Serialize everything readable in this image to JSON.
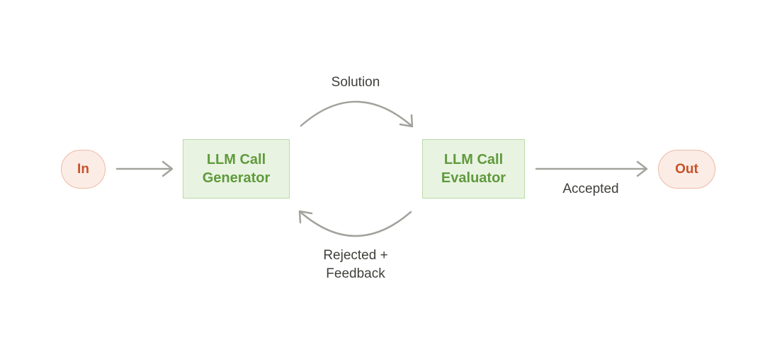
{
  "nodes": {
    "in": {
      "label": "In"
    },
    "generator": {
      "line1": "LLM Call",
      "line2": "Generator"
    },
    "evaluator": {
      "line1": "LLM Call",
      "line2": "Evaluator"
    },
    "out": {
      "label": "Out"
    }
  },
  "edges": {
    "solution": {
      "label": "Solution"
    },
    "feedback": {
      "line1": "Rejected +",
      "line2": "Feedback"
    },
    "accepted": {
      "label": "Accepted"
    }
  },
  "colors": {
    "terminal_fill": "#fbece6",
    "terminal_border": "#efb9a4",
    "terminal_text": "#c8512a",
    "llm_fill": "#e9f3e2",
    "llm_border": "#b9dba6",
    "llm_text": "#5f9a3c",
    "arrow": "#a3a39d",
    "label_text": "#3f3f3a"
  }
}
